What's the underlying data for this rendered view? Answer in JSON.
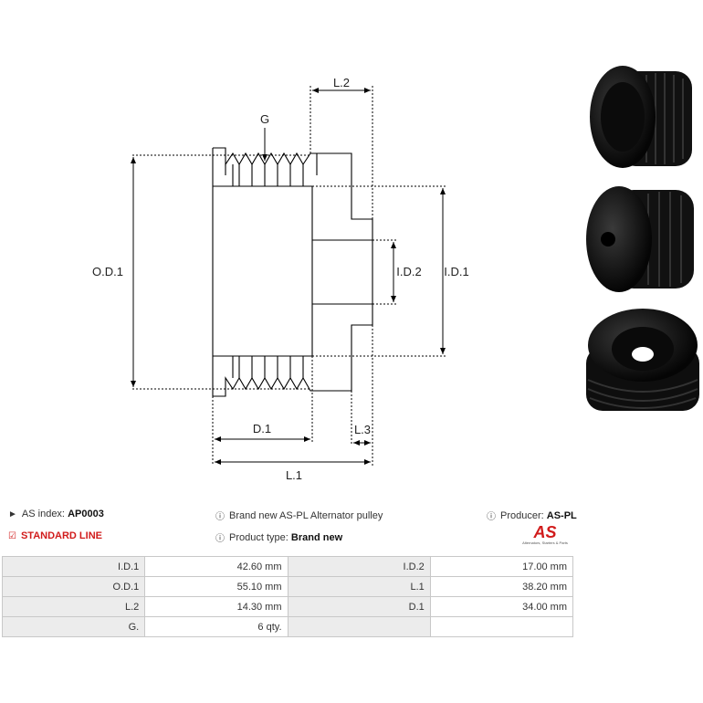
{
  "diagram": {
    "labels": {
      "G": "G",
      "L2": "L.2",
      "OD1": "O.D.1",
      "ID2": "I.D.2",
      "ID1": "I.D.1",
      "D1": "D.1",
      "L3": "L.3",
      "L1": "L.1"
    }
  },
  "info": {
    "index_label": "AS index:",
    "index_value": "AP0003",
    "line_label": "STANDARD LINE",
    "description": "Brand new AS-PL Alternator pulley",
    "product_type_label": "Product type:",
    "product_type_value": "Brand new",
    "producer_label": "Producer:",
    "producer_value": "AS-PL",
    "logo_text": "AS",
    "logo_subtext": "Alternators, Starters & Parts"
  },
  "specs": {
    "rows": [
      [
        {
          "label": "I.D.1",
          "value": "42.60 mm"
        },
        {
          "label": "I.D.2",
          "value": "17.00 mm"
        }
      ],
      [
        {
          "label": "O.D.1",
          "value": "55.10 mm"
        },
        {
          "label": "L.1",
          "value": "38.20 mm"
        }
      ],
      [
        {
          "label": "L.2",
          "value": "14.30 mm"
        },
        {
          "label": "D.1",
          "value": "34.00 mm"
        }
      ],
      [
        {
          "label": "G.",
          "value": "6 qty."
        },
        {
          "label": "",
          "value": ""
        }
      ]
    ]
  },
  "icons": {
    "tag": "tag-icon",
    "check": "check-square-icon",
    "info": "info-circle-icon"
  },
  "colors": {
    "accent": "#d11b1b",
    "label_cell": "#ececec",
    "border": "#c8c8c8"
  }
}
